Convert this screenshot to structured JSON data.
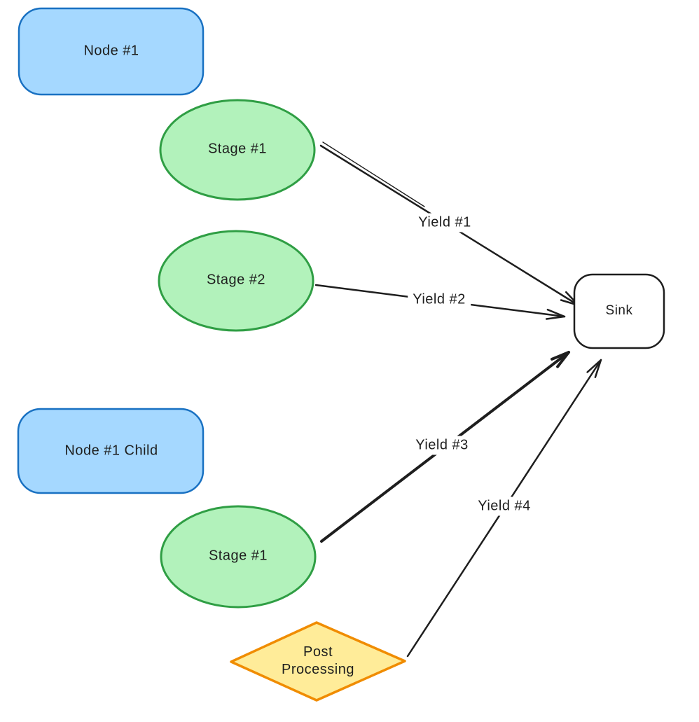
{
  "diagram": {
    "title": "flow-diagram",
    "colors": {
      "background": "#ffffff",
      "ink": "#1e1e1e",
      "blue_fill": "#a5d8ff",
      "blue_stroke": "#1971c2",
      "green_fill": "#b2f2bb",
      "green_stroke": "#2f9e44",
      "yellow_fill": "#ffec99",
      "yellow_stroke": "#f08c00",
      "sink_fill": "#ffffff",
      "sink_stroke": "#1e1e1e"
    },
    "nodes": {
      "node1": {
        "label": "Node #1",
        "shape": "rounded-rectangle",
        "color": "blue"
      },
      "stage1_top": {
        "label": "Stage #1",
        "shape": "ellipse",
        "color": "green"
      },
      "stage2": {
        "label": "Stage #2",
        "shape": "ellipse",
        "color": "green"
      },
      "node1_child": {
        "label": "Node #1 Child",
        "shape": "rounded-rectangle",
        "color": "blue"
      },
      "stage1_bottom": {
        "label": "Stage #1",
        "shape": "ellipse",
        "color": "green"
      },
      "post_processing": {
        "label": "Post Processing",
        "shape": "diamond",
        "color": "yellow"
      },
      "sink": {
        "label": "Sink",
        "shape": "rounded-rectangle",
        "color": "white"
      }
    },
    "edges": {
      "yield1": {
        "label": "Yield #1",
        "from": "Stage #1",
        "to": "Sink",
        "bold": false
      },
      "yield2": {
        "label": "Yield #2",
        "from": "Stage #2",
        "to": "Sink",
        "bold": false
      },
      "yield3": {
        "label": "Yield #3",
        "from": "Stage #1 (child)",
        "to": "Sink",
        "bold": true
      },
      "yield4": {
        "label": "Yield #4",
        "from": "Post Processing",
        "to": "Sink",
        "bold": false
      }
    }
  }
}
